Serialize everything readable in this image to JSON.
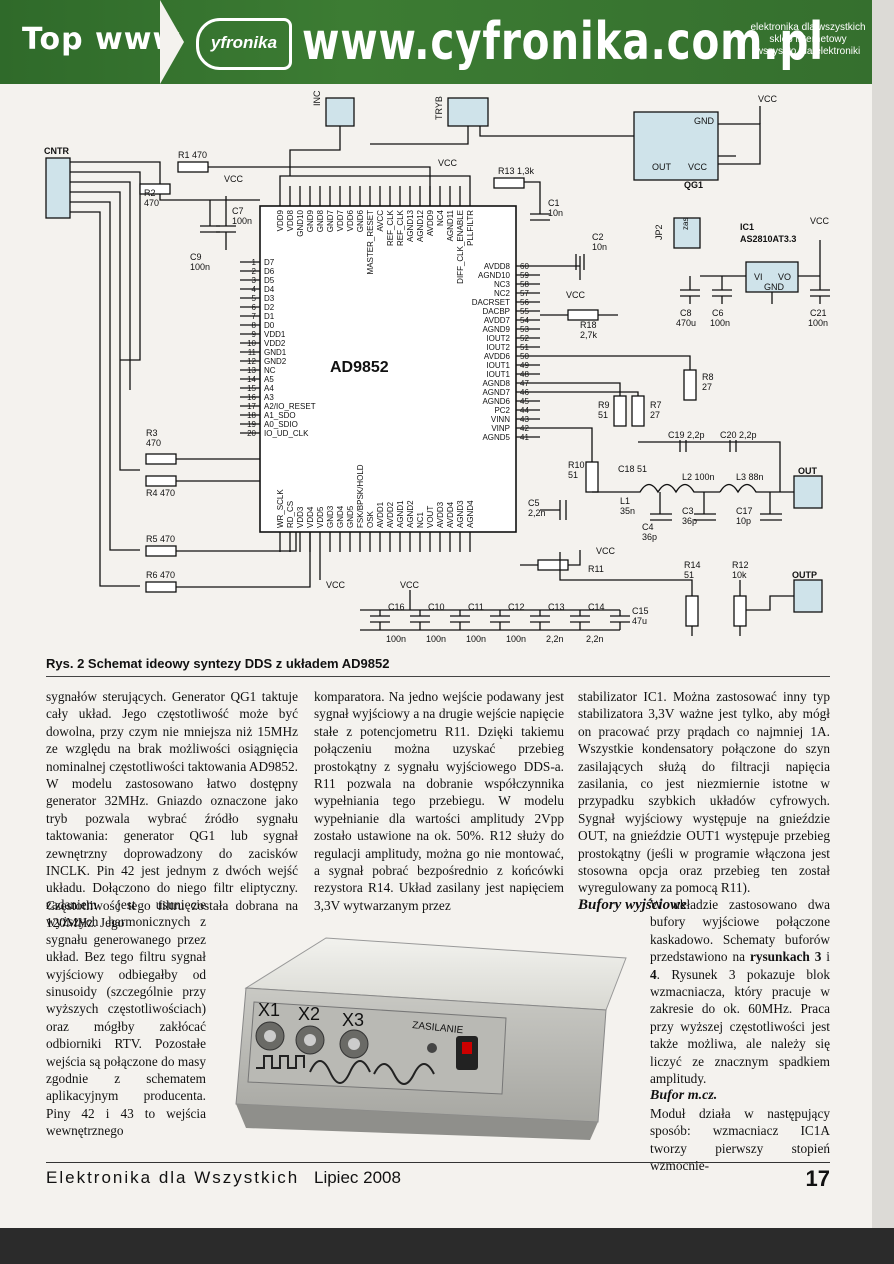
{
  "banner": {
    "top_www": "Top www",
    "logo_text": "yfronika",
    "url": "www.cyfronika.com.pl",
    "tagline_1": "elektronika dla wszystkich",
    "tagline_2": "sklep internetowy",
    "tagline_3": "wszystko dla elektroniki"
  },
  "schematic": {
    "ic_name": "AD9852",
    "oscillator": "QG1",
    "regulator": "IC1",
    "regulator_part": "AS2810AT3.3",
    "connectors": [
      "CNTR",
      "INCLK",
      "TRYB",
      "JP2",
      "OUT",
      "OUTP"
    ],
    "supply_label": "VCC",
    "resistors": [
      "R1 470",
      "R2 470",
      "R3 470",
      "R4 470",
      "R5 470",
      "R6 470",
      "R13 1,3k",
      "R18 2,7k",
      "R8 27",
      "R9 51",
      "R7 27",
      "R10 51",
      "R11",
      "R14 51",
      "R12 10k"
    ],
    "capacitors": [
      "C7 100n",
      "C9 100n",
      "C1 10n",
      "C2 10n",
      "C8 470u",
      "C6 100n",
      "C21 100n",
      "C19 2,2p",
      "C20 2,2p",
      "C18 51",
      "C3 36p",
      "C17 10p",
      "C4 36p",
      "C5 2,2n",
      "C16 100n",
      "C10 100n",
      "C11 100n",
      "C12 100n",
      "C13 2,2n",
      "C14 2,2n",
      "C15 47u"
    ],
    "inductors": [
      "L1 35n",
      "L2 100n",
      "L3 88n"
    ],
    "left_pins": [
      "D7",
      "D6",
      "D5",
      "D4",
      "D3",
      "D2",
      "D1",
      "D0",
      "VDD1",
      "VDD2",
      "GND1",
      "GND2",
      "NC",
      "A5",
      "A4",
      "A3",
      "A2/IO_RESET",
      "A1_SDO",
      "A0_SDIO",
      "IO_UD_CLK"
    ],
    "right_pins": [
      "AVDD8",
      "AGND10",
      "NC3",
      "NC2",
      "DACRSET",
      "DACBP",
      "AVDD7",
      "AGND9",
      "IOUT2",
      "IOUT2",
      "AVDD6",
      "IOUT1",
      "IOUT1",
      "AGND8",
      "AGND7",
      "AGND6",
      "PC2",
      "VINN",
      "VINP",
      "AGND5"
    ],
    "top_pins": [
      "VDD9",
      "VDD8",
      "GND10",
      "GND9",
      "GND8",
      "GND7",
      "VDD7",
      "VDD6",
      "GND6",
      "MASTER_RESET",
      "AVCC",
      "REF_CLK",
      "REF_CLK",
      "AGND13",
      "AGND12",
      "AVDD9",
      "NC4",
      "AGND11",
      "DIFF_CLK_ENABLE",
      "PLLFILTR"
    ],
    "bottom_pins": [
      "WR_SCLK",
      "RD_CS",
      "VDD3",
      "VDD4",
      "VDD5",
      "GND3",
      "GND4",
      "GND5",
      "FSK/BPSK/HOLD",
      "OSK",
      "AVDD1",
      "AVDD2",
      "AGND1",
      "AGND2",
      "NC1",
      "VOUT",
      "AVDD3",
      "AVDD4",
      "AGND3",
      "AGND4"
    ]
  },
  "figure_caption": "Rys. 2 Schemat ideowy syntezy DDS z układem AD9852",
  "columns": {
    "col1": "sygnałów sterujących. Generator QG1 taktuje cały układ. Jego częstotliwość może być dowolna, przy czym nie mniejsza niż 15MHz ze względu na brak możliwości osiągnięcia nominalnej częstotliwości taktowania AD9852. W modelu zastosowano łatwo dostępny generator 32MHz. Gniazdo oznaczone jako tryb pozwala wybrać źródło sygnału taktowania: generator QG1 lub sygnał zewnętrzny doprowadzony do zacisków INCLK. Pin 42 jest jednym z dwóch wejść układu. Dołączono do niego filtr eliptyczny. Częstotliwość tego filtru została dobrana na 120MHz. Jego",
    "col1b": "zadaniem jest usunięcie wyższych harmonicznych z sygnału generowanego przez układ. Bez tego filtru sygnał wyjściowy odbiegałby od sinusoidy (szczególnie przy wyższych częstotliwościach) oraz mógłby zakłócać odbiorniki RTV. Pozostałe wejścia są połączone do masy zgodnie z schematem aplikacyjnym producenta. Piny 42 i 43 to wejścia wewnętrznego",
    "col2": "komparatora. Na jedno wejście podawany jest sygnał wyjściowy a na drugie wejście napięcie stałe z potencjometru R11. Dzięki takiemu połączeniu można uzyskać przebieg prostokątny z sygnału wyjściowego DDS-a. R11 pozwala na dobranie współczynnika wypełniania tego przebiegu. W modelu wypełnianie dla wartości amplitudy 2Vpp zostało ustawione na ok. 50%. R12 służy do regulacji amplitudy, można go nie montować, a sygnał pobrać bezpośrednio z końcówki rezystora R14. Układ zasilany jest napięciem 3,3V wytwarzanym przez",
    "col3": "stabilizator IC1. Można zastosować inny typ stabilizatora 3,3V ważne jest tylko, aby mógł on pracować przy prądach co najmniej 1A. Wszystkie kondensatory połączone do szyn zasilających służą do filtracji napięcia zasilania, co jest niezmiernie istotne w przypadku szybkich układów cyfrowych. Sygnał wyjściowy występuje na gnieździe OUT, na gnieździe OUT1 występuje przebieg prostokątny (jeśli w programie włączona jest stosowna opcja oraz przebieg ten został wyregulowany za pomocą R11).",
    "sub_bufory": "Bufory wyjściowe",
    "col3b_1a": "W układzie zastosowano dwa bufory wyjściowe połączone kaskadowo. Schematy buforów przedstawiono na ",
    "col3b_1b": "rysunkach 3",
    "col3b_1c": " i ",
    "col3b_1d": "4",
    "col3b_1e": ". Rysunek 3 pokazuje blok wzmacniacza, który pracuje w zakresie do ok. 60MHz. Praca przy wyższej częstotliwości jest także możliwa, ale należy się liczyć ze znacznym spadkiem amplitudy.",
    "sub_bufor": "Bufor m.cz.",
    "col3b_2": "Moduł działa w następujący sposób: wzmacniacz IC1A tworzy pierwszy stopień wzmocnie-"
  },
  "photo": {
    "labels": [
      "X1",
      "X2",
      "X3",
      "ZASILANIE"
    ]
  },
  "footer": {
    "magazine": "Elektronika dla Wszystkich",
    "date": "Lipiec 2008",
    "page": "17"
  }
}
